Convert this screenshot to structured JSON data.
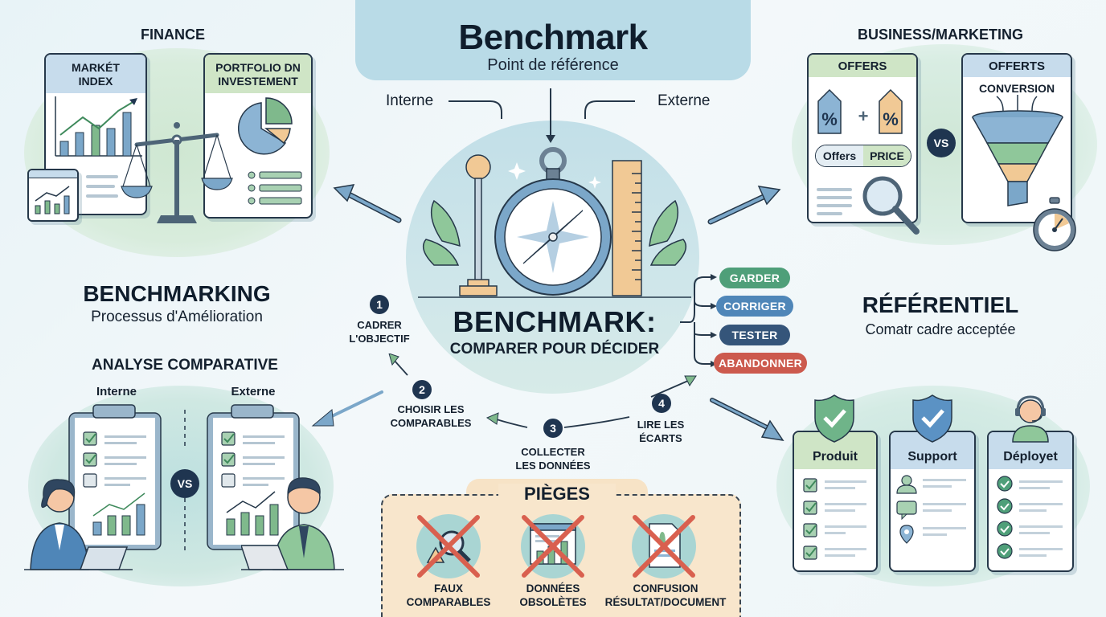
{
  "header": {
    "title": "Benchmark",
    "subtitle": "Point de référence",
    "left_label": "Interne",
    "right_label": "Externe"
  },
  "finance": {
    "title": "FINANCE",
    "card_left_title_1": "MARKÉT",
    "card_left_title_2": "INDEX",
    "card_right_title_1": "PORTFOLIO DN",
    "card_right_title_2": "INVESTEMENT"
  },
  "business": {
    "title": "BUSINESS/MARKETING",
    "card_left_title": "OFFERS",
    "card_left_toggle_a": "Offers",
    "card_left_toggle_b": "PRICE",
    "card_right_title": "OFFERTS",
    "card_right_subtitle": "CONVERSION",
    "vs": "VS"
  },
  "center": {
    "title": "BENCHMARK:",
    "subtitle": "COMPARER POUR DÉCIDER"
  },
  "decisions": [
    {
      "label": "GARDER",
      "color": "#4f9f79"
    },
    {
      "label": "CORRIGER",
      "color": "#4f86b8"
    },
    {
      "label": "TESTER",
      "color": "#35557a"
    },
    {
      "label": "ABANDONNER",
      "color": "#cc5a4e"
    }
  ],
  "benchmarking": {
    "title": "BENCHMARKING",
    "subtitle": "Processus d'Amélioration"
  },
  "analyse": {
    "title": "ANALYSE COMPARATIVE",
    "left_label": "Interne",
    "right_label": "Externe",
    "vs": "VS"
  },
  "steps": [
    {
      "num": "1",
      "line1": "CADRER",
      "line2": "L'OBJECTIF"
    },
    {
      "num": "2",
      "line1": "CHOISIR LES",
      "line2": "COMPARABLES"
    },
    {
      "num": "3",
      "line1": "COLLECTER",
      "line2": "LES DONNÉES"
    },
    {
      "num": "4",
      "line1": "LIRE LES",
      "line2": "ÉCARTS"
    }
  ],
  "referentiel": {
    "title": "RÉFÉRENTIEL",
    "subtitle": "Comatr cadre acceptée",
    "cards": [
      {
        "title": "Produit"
      },
      {
        "title": "Support"
      },
      {
        "title": "Déployet"
      }
    ]
  },
  "pieges": {
    "title": "PIÈGES",
    "items": [
      {
        "line1": "FAUX",
        "line2": "COMPARABLES"
      },
      {
        "line1": "DONNÉES",
        "line2": "OBSOLÈTES"
      },
      {
        "line1": "CONFUSION",
        "line2": "RÉSULTAT/DOCUMENT"
      }
    ]
  },
  "colors": {
    "navy": "#1f3550",
    "green": "#4f9f79",
    "blue": "#4f86b8",
    "red": "#cc5a4e",
    "beige": "#f8e6cc"
  }
}
